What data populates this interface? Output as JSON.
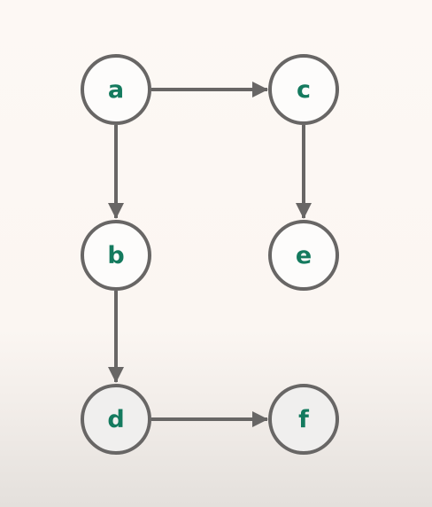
{
  "graph": {
    "nodes": [
      {
        "id": "a",
        "label": "a"
      },
      {
        "id": "c",
        "label": "c"
      },
      {
        "id": "b",
        "label": "b"
      },
      {
        "id": "e",
        "label": "e"
      },
      {
        "id": "d",
        "label": "d"
      },
      {
        "id": "f",
        "label": "f"
      }
    ],
    "edges": [
      {
        "from": "a",
        "to": "c"
      },
      {
        "from": "a",
        "to": "b"
      },
      {
        "from": "c",
        "to": "e"
      },
      {
        "from": "b",
        "to": "d"
      },
      {
        "from": "d",
        "to": "f"
      }
    ],
    "colors": {
      "edge": "#686665",
      "node_border": "#686665",
      "label": "#147a5e"
    }
  }
}
